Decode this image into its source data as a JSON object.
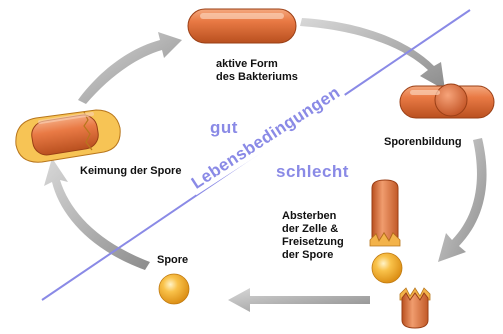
{
  "labels": {
    "active_form": "aktive Form\ndes Bakteriums",
    "spore_formation": "Sporenbildung",
    "cell_death": "Absterben\nder Zelle &\nFreisetzung\nder Spore",
    "spore": "Spore",
    "germination": "Keimung der Spore"
  },
  "conditions": {
    "good": "gut",
    "bad": "schlecht",
    "axis_label": "Lebensbedingungen"
  },
  "colors": {
    "bacterium": "#e0703a",
    "spore": "#f5b02a",
    "arrow": "#9a9a9a",
    "divider": "#8a8ae6"
  }
}
